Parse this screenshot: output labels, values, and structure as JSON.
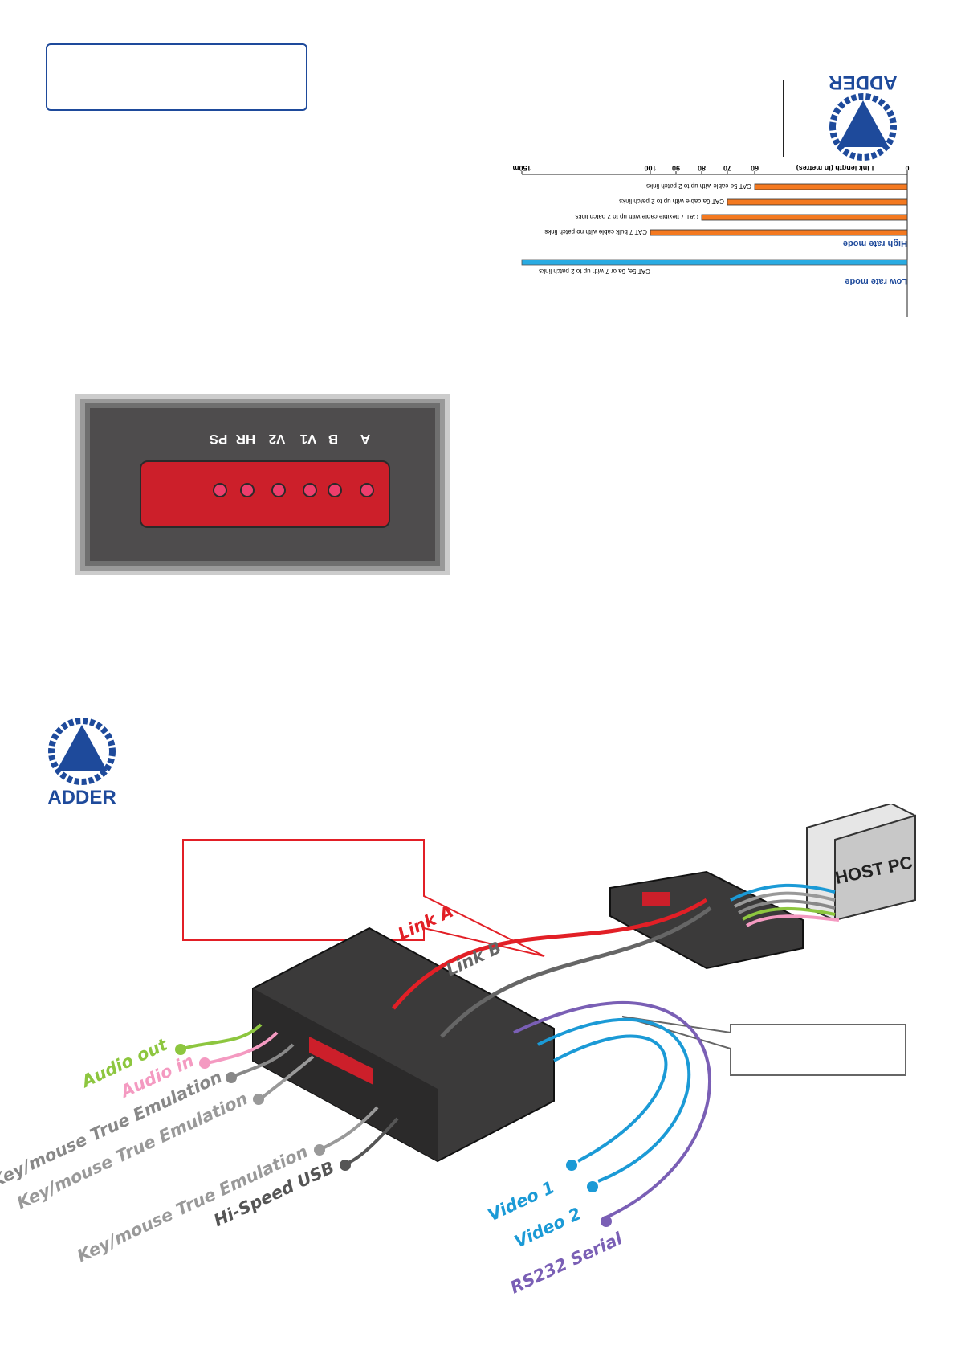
{
  "brand": {
    "name": "ADDER"
  },
  "chart_data": {
    "type": "bar",
    "orientation": "horizontal, printed upside down",
    "xlabel": "Link length (in metres)",
    "ticks": [
      "0",
      "60",
      "70",
      "80",
      "90",
      "100",
      "150m"
    ],
    "groups": [
      {
        "name": "High rate mode",
        "color": "#f47920",
        "bars": [
          {
            "label": "CAT 5e cable with up to 2 patch links",
            "value": 60
          },
          {
            "label": "CAT 6a cable with up to 2 patch links",
            "value": 70
          },
          {
            "label": "CAT 7 flexible cable with up to 2 patch links",
            "value": 80
          },
          {
            "label": "CAT 7 bulk cable with no patch links",
            "value": 100
          }
        ]
      },
      {
        "name": "Low rate mode",
        "color": "#29abe2",
        "bars": [
          {
            "label": "CAT 5e, 6a or 7 with up to 2 patch links",
            "value": 150
          }
        ]
      }
    ],
    "xlim": [
      0,
      150
    ]
  },
  "led_panel": {
    "labels": [
      "PS",
      "HR",
      "V2",
      "V1",
      "B",
      "A"
    ]
  },
  "diagram": {
    "host": "HOST PC",
    "links": [
      "Link A",
      "Link B"
    ],
    "left_cables": [
      "Audio out",
      "Audio in",
      "Key/mouse True Emulation",
      "Key/mouse True Emulation",
      "Key/mouse True Emulation",
      "Hi-Speed USB"
    ],
    "right_cables": [
      "Video 1",
      "Video 2",
      "RS232 Serial"
    ]
  }
}
